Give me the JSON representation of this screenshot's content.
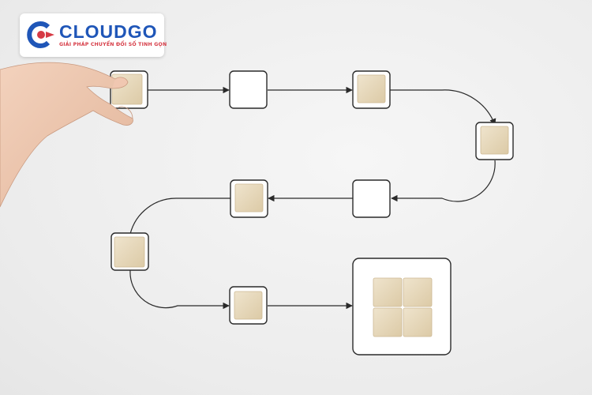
{
  "logo": {
    "brand_name": "CLOUDGO",
    "tagline": "GIẢI PHÁP CHUYỂN ĐỔI SỐ TINH GỌN",
    "icon": "cloudgo-logo-icon",
    "colors": {
      "primary": "#1f56b8",
      "accent": "#d63a45"
    }
  },
  "scene": {
    "description_icon": "process-flow-blocks",
    "block_color": "#e9dcc2",
    "outline_color": "#2a2a2a"
  }
}
